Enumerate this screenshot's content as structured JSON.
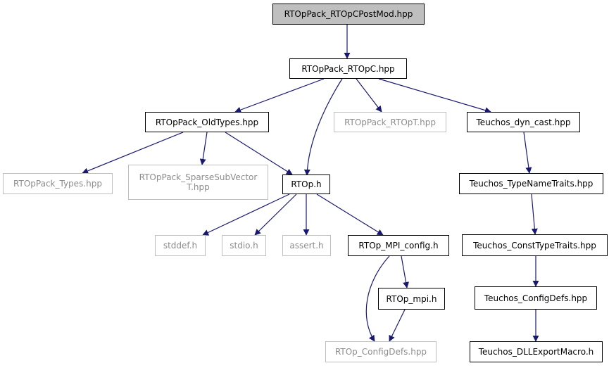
{
  "graph": {
    "edge_color": "#191970",
    "nodes": {
      "root": "RTOpPack_RTOpCPostMod.hpp",
      "rtopc": "RTOpPack_RTOpC.hpp",
      "oldtypes": "RTOpPack_OldTypes.hpp",
      "rtopt": "RTOpPack_RTOpT.hpp",
      "dyncast": "Teuchos_dyn_cast.hpp",
      "types": "RTOpPack_Types.hpp",
      "sparse": "RTOpPack_SparseSubVector\nT.hpp",
      "rtoph": "RTOp.h",
      "typename": "Teuchos_TypeNameTraits.hpp",
      "stddef": "stddef.h",
      "stdio": "stdio.h",
      "assert": "assert.h",
      "mpiconfig": "RTOp_MPI_config.h",
      "consttype": "Teuchos_ConstTypeTraits.hpp",
      "rtopmpi": "RTOp_mpi.h",
      "teuchosconfig": "Teuchos_ConfigDefs.hpp",
      "rtopconfig": "RTOp_ConfigDefs.hpp",
      "dllexport": "Teuchos_DLLExportMacro.h"
    }
  }
}
